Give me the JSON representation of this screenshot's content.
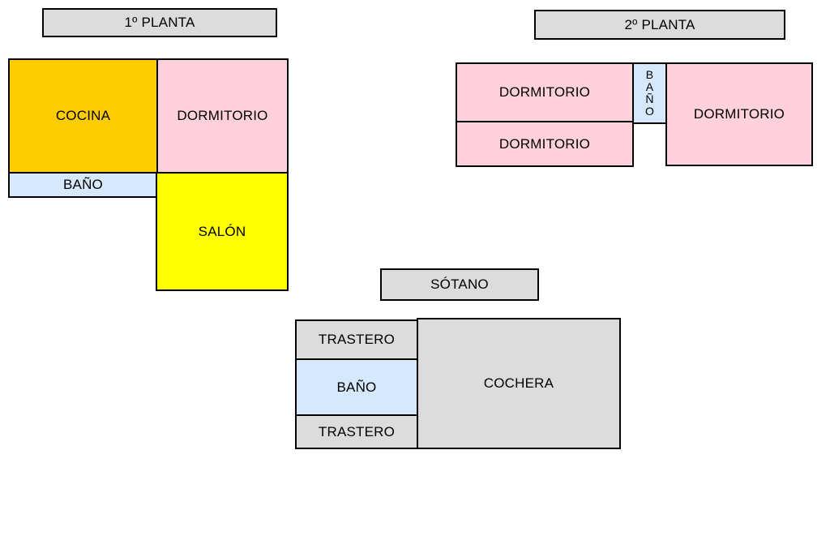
{
  "floors": {
    "first": {
      "title": "1º PLANTA",
      "rooms": {
        "cocina": "COCINA",
        "dormitorio": "DORMITORIO",
        "bano": "BAÑO",
        "salon": "SALÓN"
      }
    },
    "second": {
      "title": "2º PLANTA",
      "rooms": {
        "dormitorio_top": "DORMITORIO",
        "dormitorio_bottom": "DORMITORIO",
        "bano_letters": [
          "B",
          "A",
          "Ñ",
          "O"
        ],
        "dormitorio_right": "DORMITORIO"
      }
    },
    "basement": {
      "title": "SÓTANO",
      "rooms": {
        "trastero_top": "TRASTERO",
        "bano": "BAÑO",
        "trastero_bottom": "TRASTERO",
        "cochera": "COCHERA"
      }
    }
  },
  "colors": {
    "cocina": "#ffcc00",
    "dormitorio": "#ffd1dc",
    "bano": "#d6e8fb",
    "salon": "#ffff00",
    "storage": "#dcdcdc",
    "title": "#dcdcdc"
  }
}
